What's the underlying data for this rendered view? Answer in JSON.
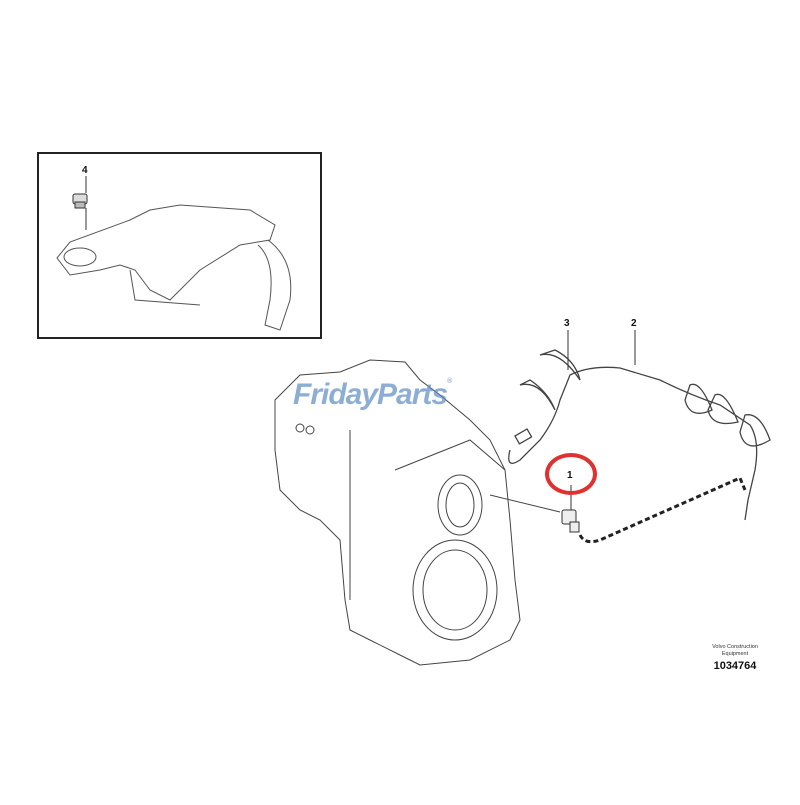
{
  "diagram": {
    "type": "exploded parts diagram",
    "callouts": [
      {
        "id": "1",
        "label": "1",
        "note": "sensor, highlighted with red circle"
      },
      {
        "id": "2",
        "label": "2",
        "note": "wiring harness"
      },
      {
        "id": "3",
        "label": "3",
        "note": "cable ties"
      },
      {
        "id": "4",
        "label": "4",
        "note": "switch in inset (control console)"
      }
    ],
    "highlight_color": "#e03030"
  },
  "watermark": {
    "text_part1": "Friday",
    "text_part2": "Parts",
    "reg_mark": "®",
    "color": "#5b8bc2",
    "check_color": "#f0a040"
  },
  "caption": {
    "line1": "Volvo Construction",
    "line2": "Equipment",
    "number": "1034764"
  }
}
